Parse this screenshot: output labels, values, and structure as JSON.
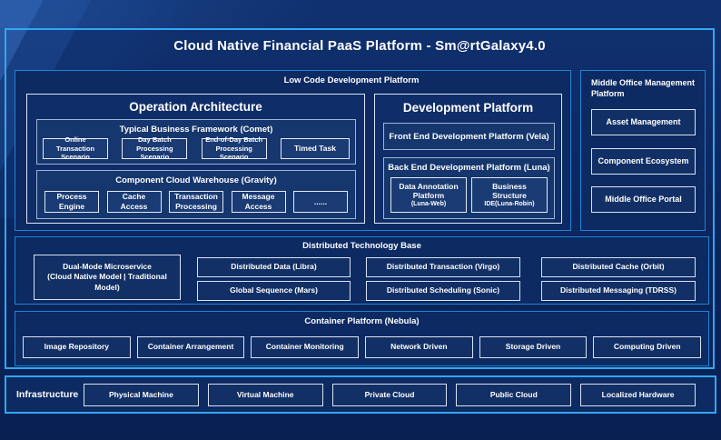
{
  "title": "Cloud Native Financial PaaS Platform - Sm@rtGalaxy4.0",
  "colors": {
    "accent_border": "#32a7f0",
    "section_border": "#1d84d6",
    "background": "#0c2760",
    "box_fill": "#123066",
    "text": "#ffffff"
  },
  "low_code": {
    "label": "Low Code Development Platform",
    "operation_architecture": {
      "title": "Operation Architecture",
      "typical_business": {
        "title": "Typical Business Framework (Comet)",
        "items": [
          "Online Transaction Scenario",
          "Day Batch Processing Scenario",
          "End-of-Day Batch Processing Scenario",
          "Timed Task"
        ]
      },
      "component_cloud": {
        "title": "Component Cloud Warehouse (Gravity)",
        "items": [
          "Process Engine",
          "Cache Access",
          "Transaction Processing",
          "Message Access",
          "......"
        ]
      }
    },
    "development_platform": {
      "title": "Development Platform",
      "front_end": "Front End Development Platform (Vela)",
      "back_end": {
        "title": "Back End Development Platform (Luna)",
        "items": [
          {
            "line1": "Data Annotation",
            "line2": "Platform",
            "line3": "(Luna-Web)"
          },
          {
            "line1": "Business",
            "line2": "Structure",
            "line3": "IDE(Luna-Robin)"
          }
        ]
      }
    }
  },
  "middle_office": {
    "label": "Middle Office Management Platform",
    "items": [
      "Asset Management",
      "Component Ecosystem",
      "Middle Office Portal"
    ]
  },
  "distributed": {
    "label": "Distributed Technology Base",
    "dual_mode": {
      "line1": "Dual-Mode Microservice",
      "line2": "(Cloud Native Model | Traditional",
      "line3": "Model)"
    },
    "row1": [
      "Distributed Data (Libra)",
      "Distributed Transaction (Virgo)",
      "Distributed Cache (Orbit)"
    ],
    "row2": [
      "Global Sequence (Mars)",
      "Distributed Scheduling (Sonic)",
      "Distributed Messaging (TDRSS)"
    ]
  },
  "container_platform": {
    "label": "Container Platform (Nebula)",
    "items": [
      "Image Repository",
      "Container Arrangement",
      "Container Monitoring",
      "Network Driven",
      "Storage Driven",
      "Computing Driven"
    ]
  },
  "infrastructure": {
    "label": "Infrastructure",
    "items": [
      "Physical Machine",
      "Virtual Machine",
      "Private Cloud",
      "Public Cloud",
      "Localized Hardware"
    ]
  }
}
